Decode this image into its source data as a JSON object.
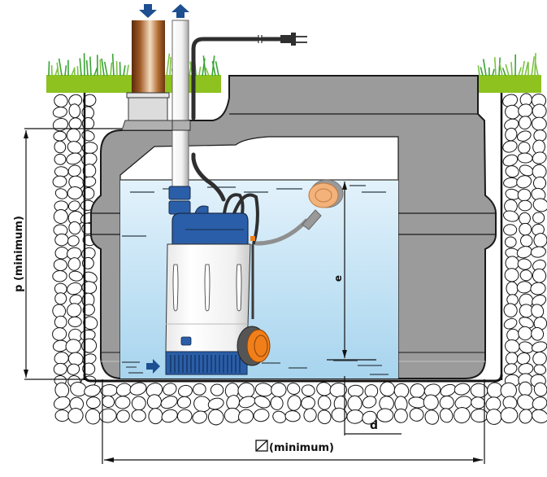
{
  "diagram": {
    "subject": "Submersible drainage pump installed in a sump tank with float switch",
    "labels": {
      "height_min": "p (minimum)",
      "water_level_range": "e",
      "float_distance": "d",
      "width_min": "(minimum)",
      "width_symbol": "square-symbol"
    },
    "flow_arrows": {
      "inlet_pipe": "down",
      "outlet_pipe": "up",
      "water_intake": "right"
    },
    "components": [
      "inlet-pipe",
      "outlet-pipe",
      "power-cable",
      "plug",
      "sump-tank",
      "pump",
      "float-switch-upper",
      "float-switch-lower",
      "gravel",
      "grass"
    ],
    "colors": {
      "tank": "#9b9b9b",
      "tank_outline": "#1a1a1a",
      "water_top": "#e2f1fa",
      "water_bottom": "#a9d6ee",
      "grass": "#8dc21f",
      "pump_blue": "#2a5ea8",
      "arrow_blue": "#1d4f91",
      "float_orange": "#f07f1a",
      "float_peach": "#f2b27a",
      "copper_dark": "#6b3510",
      "copper_light": "#f1d6b2",
      "cable": "#3a3a3a"
    }
  }
}
